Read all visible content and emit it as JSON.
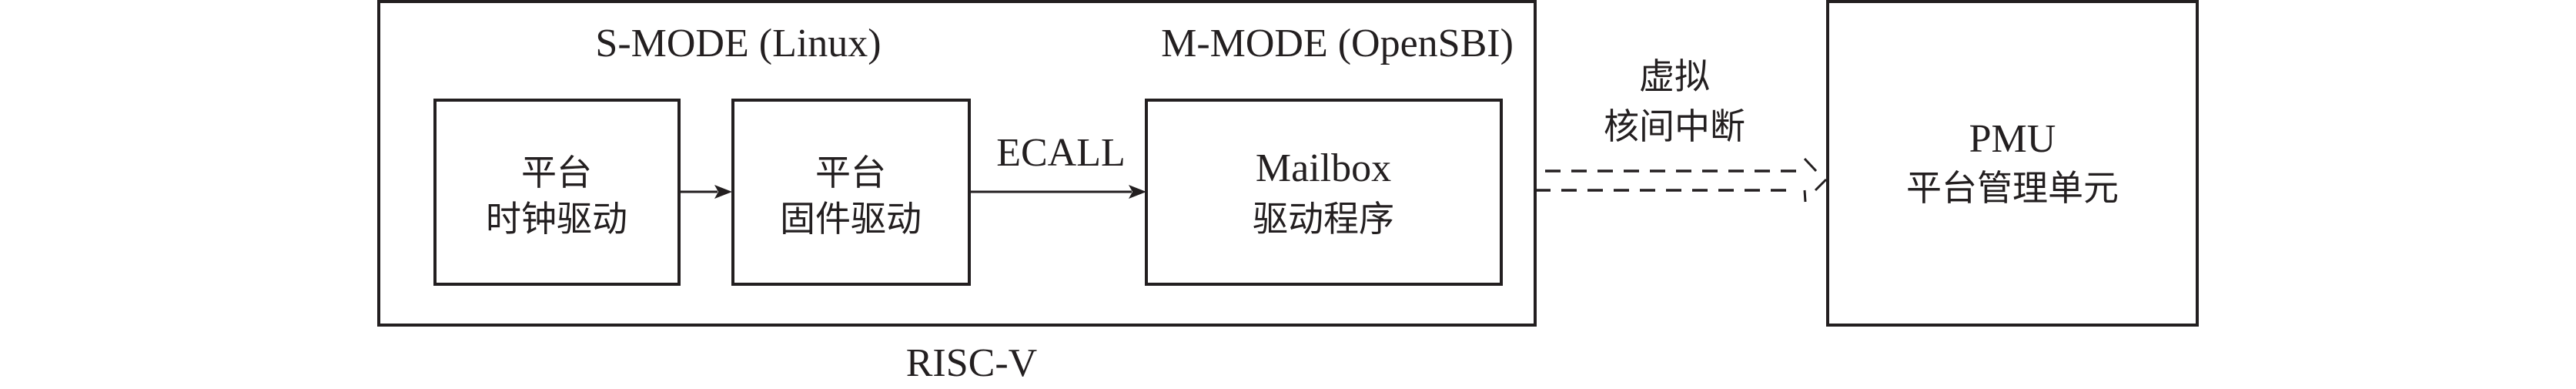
{
  "diagram": {
    "outer_container": {
      "label": "RISC-V"
    },
    "regions": {
      "s_mode": "S-MODE (Linux)",
      "m_mode": "M-MODE (OpenSBI)"
    },
    "nodes": {
      "clock_driver": {
        "line1": "平台",
        "line2": "时钟驱动"
      },
      "firmware_driver": {
        "line1": "平台",
        "line2": "固件驱动"
      },
      "mailbox_driver": {
        "line1": "Mailbox",
        "line2": "驱动程序"
      },
      "pmu": {
        "line1": "PMU",
        "line2": "平台管理单元"
      }
    },
    "edges": {
      "clock_to_firmware": {
        "label": "",
        "style": "solid"
      },
      "firmware_to_mailbox": {
        "label": "ECALL",
        "style": "solid"
      },
      "mailbox_to_pmu": {
        "label_line1": "虚拟",
        "label_line2": "核间中断",
        "style": "dashed-double"
      }
    },
    "colors": {
      "stroke": "#231f20",
      "text": "#231f20",
      "background": "#ffffff"
    }
  }
}
